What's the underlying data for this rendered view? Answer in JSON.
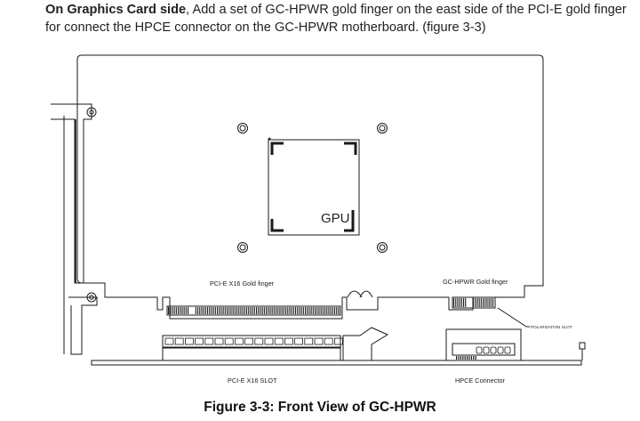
{
  "intro": {
    "bold_lead": "On Graphics Card side",
    "text": ", Add a set of GC-HPWR gold finger on the east side of the PCI-E gold finger for connect the HPCE connector on the GC-HPWR motherboard. (figure 3-3)"
  },
  "figure": {
    "gpu_label": "GPU",
    "pcie_gold_finger_label": "PCI-E X16 Gold finger",
    "hpwr_gold_finger_label": "GC-HPWR Gold finger",
    "polarization_slot_label": "POLARIZATION SLOT",
    "pcie_slot_label": "PCI-E X16 SLOT",
    "hpce_connector_label": "HPCE Connector"
  },
  "caption": "Figure 3-3: Front View of GC-HPWR"
}
